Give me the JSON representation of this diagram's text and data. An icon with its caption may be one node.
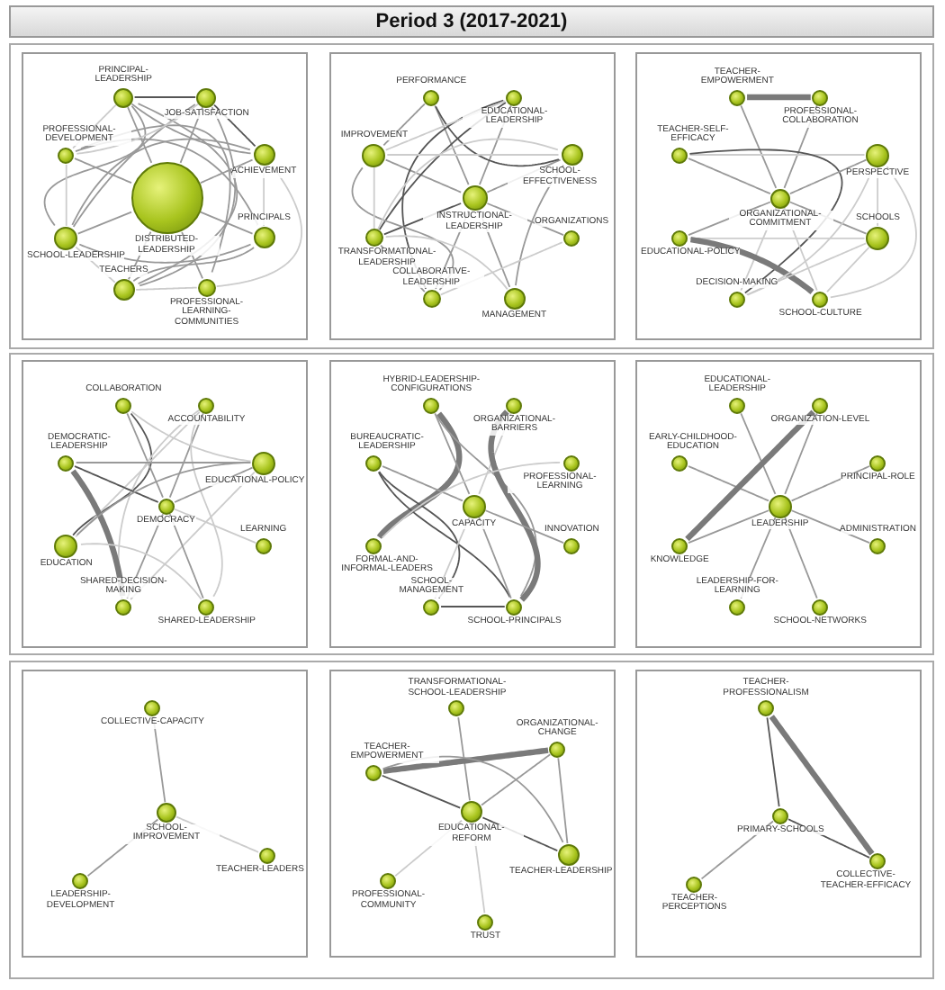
{
  "diagram": {
    "title": "Period 3 (2017-2021)",
    "nodes": [
      {
        "text": [],
        "shape": "box"
      },
      {
        "text": [
          "PRINCIPAL-LEADERSHIP"
        ],
        "in": 0
      },
      {
        "text": [
          "JOB-SATISFACTION"
        ],
        "in": 0
      },
      {
        "text": [
          "PROFESSIONAL-DEVELOPMENT"
        ],
        "in": 0
      },
      {
        "text": [
          "ACHIEVEMENT"
        ],
        "in": 0
      },
      {
        "text": [
          "DISTRIBUTED-LEADERSHIP"
        ],
        "in": 0
      },
      {
        "text": [
          "SCHOOL-LEADERSHIP"
        ],
        "in": 0
      },
      {
        "text": [
          "PRINCIPALS"
        ],
        "in": 0
      },
      {
        "text": [
          "TEACHERS"
        ],
        "in": 0
      },
      {
        "text": [
          "PROFESSIONAL-LEARNING-COMMUNITIES"
        ],
        "in": 0
      },
      {
        "text": [],
        "shape": "box"
      },
      {
        "text": [
          "PERFORMANCE"
        ],
        "in": 10
      },
      {
        "text": [
          "EDUCATIONAL-LEADERSHIP"
        ],
        "in": 10
      },
      {
        "text": [
          "IMPROVEMENT"
        ],
        "in": 10
      },
      {
        "text": [
          "SCHOOL-EFFECTIVENESS"
        ],
        "in": 10
      },
      {
        "text": [
          "INSTRUCTIONAL-LEADERSHIP"
        ],
        "in": 10
      },
      {
        "text": [
          "TRANSFORMATIONAL-LEADERSHIP"
        ],
        "in": 10
      },
      {
        "text": [
          "ORGANIZATIONS"
        ],
        "in": 10
      },
      {
        "text": [
          "COLLABORATIVE-LEADERSHIP"
        ],
        "in": 10
      },
      {
        "text": [
          "MANAGEMENT"
        ],
        "in": 10
      },
      {
        "text": [],
        "shape": "box"
      },
      {
        "text": [
          "TEACHER-EMPOWERMENT"
        ],
        "in": 20
      },
      {
        "text": [
          "PROFESSIONAL-COLLABORATION"
        ],
        "in": 20
      },
      {
        "text": [
          "TEACHER-SELF-EFFICACY"
        ],
        "in": 20
      },
      {
        "text": [
          "PERSPECTIVE"
        ],
        "in": 20
      },
      {
        "text": [
          "ORGANIZATIONAL-COMMITMENT"
        ],
        "in": 20
      },
      {
        "text": [
          "EDUCATIONAL-POLICY"
        ],
        "in": 20
      },
      {
        "text": [
          "SCHOOLS"
        ],
        "in": 20
      },
      {
        "text": [
          "DECISION-MAKING"
        ],
        "in": 20
      },
      {
        "text": [
          "SCHOOL-CULTURE"
        ],
        "in": 20
      },
      {
        "text": [],
        "shape": "box"
      },
      {
        "text": [
          "COLLABORATION"
        ],
        "in": 30
      },
      {
        "text": [
          "ACCOUNTABILITY"
        ],
        "in": 30
      },
      {
        "text": [
          "DEMOCRATIC-LEADERSHIP"
        ],
        "in": 30
      },
      {
        "text": [
          "EDUCATIONAL-POLICY"
        ],
        "in": 30
      },
      {
        "text": [
          "DEMOCRACY"
        ],
        "in": 30
      },
      {
        "text": [
          "EDUCATION"
        ],
        "in": 30
      },
      {
        "text": [
          "LEARNING"
        ],
        "in": 30
      },
      {
        "text": [
          "SHARED-DECISION-MAKING"
        ],
        "in": 30
      },
      {
        "text": [
          "SHARED-LEADERSHIP"
        ],
        "in": 30
      },
      {
        "text": [],
        "shape": "box"
      },
      {
        "text": [
          "HYBRID-LEADERSHIP-CONFIGURATIONS"
        ],
        "in": 40
      },
      {
        "text": [
          "ORGANIZATIONAL-BARRIERS"
        ],
        "in": 40
      },
      {
        "text": [
          "BUREAUCRATIC-LEADERSHIP"
        ],
        "in": 40
      },
      {
        "text": [
          "PROFESSIONAL-LEARNING"
        ],
        "in": 40
      },
      {
        "text": [
          "CAPACITY"
        ],
        "in": 40
      },
      {
        "text": [
          "FORMAL-AND-INFORMAL-LEADERS"
        ],
        "in": 40
      },
      {
        "text": [
          "INNOVATION"
        ],
        "in": 40
      },
      {
        "text": [
          "SCHOOL-MANAGEMENT"
        ],
        "in": 40
      },
      {
        "text": [
          "SCHOOL-PRINCIPALS"
        ],
        "in": 40
      },
      {
        "text": [],
        "shape": "box"
      },
      {
        "text": [
          "EDUCATIONAL-LEADERSHIP"
        ],
        "in": 50
      },
      {
        "text": [
          "ORGANIZATION-LEVEL"
        ],
        "in": 50
      },
      {
        "text": [
          "EARLY-CHILDHOOD-EDUCATION"
        ],
        "in": 50
      },
      {
        "text": [
          "PRINCIPAL-ROLE"
        ],
        "in": 50
      },
      {
        "text": [
          "LEADERSHIP"
        ],
        "in": 50
      },
      {
        "text": [
          "KNOWLEDGE"
        ],
        "in": 50
      },
      {
        "text": [
          "ADMINISTRATION"
        ],
        "in": 50
      },
      {
        "text": [
          "LEADERSHIP-FOR-LEARNING"
        ],
        "in": 50
      },
      {
        "text": [
          "SCHOOL-NETWORKS"
        ],
        "in": 50
      },
      {
        "text": [],
        "shape": "box"
      },
      {
        "text": [
          "COLLECTIVE-CAPACITY"
        ],
        "in": 60
      },
      {
        "text": [
          "SCHOOL-IMPROVEMENT"
        ],
        "in": 60
      },
      {
        "text": [
          "TEACHER-LEADERS"
        ],
        "in": 60
      },
      {
        "text": [
          "LEADERSHIP-DEVELOPMENT"
        ],
        "in": 60
      },
      {
        "text": [],
        "shape": "box"
      },
      {
        "text": [
          "TRANSFORMATIONAL-SCHOOL-LEADERSHIP"
        ],
        "in": 65
      },
      {
        "text": [
          "ORGANIZATIONAL-CHANGE"
        ],
        "in": 65
      },
      {
        "text": [
          "TEACHER-EMPOWERMENT"
        ],
        "in": 65
      },
      {
        "text": [
          "EDUCATIONAL-REFORM"
        ],
        "in": 65
      },
      {
        "text": [
          "TEACHER-LEADERSHIP"
        ],
        "in": 65
      },
      {
        "text": [
          "PROFESSIONAL-COMMUNITY"
        ],
        "in": 65
      },
      {
        "text": [
          "TRUST"
        ],
        "in": 65
      },
      {
        "text": [],
        "shape": "box"
      },
      {
        "text": [
          "TEACHER-PROFESSIONALISM"
        ],
        "in": 73
      },
      {
        "text": [
          "PRIMARY-SCHOOLS"
        ],
        "in": 73
      },
      {
        "text": [
          "COLLECTIVE-TEACHER-EFFICACY"
        ],
        "in": 73
      },
      {
        "text": [
          "TEACHER-PERCEPTIONS"
        ],
        "in": 73
      }
    ],
    "edges": [
      {
        "from": 5,
        "to": 1,
        "arrow": "none"
      },
      {
        "from": 5,
        "to": 2,
        "arrow": "none"
      },
      {
        "from": 5,
        "to": 3,
        "arrow": "none"
      },
      {
        "from": 5,
        "to": 4,
        "arrow": "none"
      },
      {
        "from": 5,
        "to": 6,
        "arrow": "none"
      },
      {
        "from": 5,
        "to": 7,
        "arrow": "none"
      },
      {
        "from": 5,
        "to": 8,
        "arrow": "none"
      },
      {
        "from": 5,
        "to": 9,
        "arrow": "none"
      },
      {
        "from": 1,
        "to": 2,
        "arrow": "none",
        "color": "#555555"
      },
      {
        "from": 1,
        "to": 4,
        "arrow": "none"
      },
      {
        "from": 2,
        "to": 4,
        "arrow": "none",
        "color": "#555555"
      },
      {
        "from": 2,
        "to": 6,
        "arrow": "none"
      },
      {
        "from": 1,
        "to": 6,
        "arrow": "none"
      },
      {
        "from": 1,
        "to": 8,
        "arrow": "none"
      },
      {
        "from": 2,
        "to": 8,
        "arrow": "none"
      },
      {
        "from": 3,
        "to": 7,
        "arrow": "none"
      },
      {
        "from": 3,
        "to": 9,
        "arrow": "none"
      },
      {
        "from": 6,
        "to": 4,
        "arrow": "none"
      },
      {
        "from": 6,
        "to": 7,
        "arrow": "none"
      },
      {
        "from": 6,
        "to": 8,
        "arrow": "none",
        "color": "#cccccc"
      },
      {
        "from": 7,
        "to": 8,
        "arrow": "none"
      },
      {
        "from": 4,
        "to": 7,
        "arrow": "none",
        "color": "#cccccc"
      },
      {
        "from": 3,
        "to": 6,
        "arrow": "none",
        "color": "#cccccc"
      },
      {
        "from": 1,
        "to": 3,
        "arrow": "none",
        "color": "#cccccc"
      },
      {
        "from": 4,
        "to": 9,
        "arrow": "none",
        "color": "#cccccc"
      },
      {
        "from": 2,
        "to": 3,
        "arrow": "none",
        "color": "#cccccc"
      },
      {
        "from": 8,
        "to": 9,
        "arrow": "none",
        "color": "#cccccc"
      },
      {
        "from": 15,
        "to": 11,
        "arrow": "none"
      },
      {
        "from": 15,
        "to": 12,
        "arrow": "none"
      },
      {
        "from": 15,
        "to": 13,
        "arrow": "none"
      },
      {
        "from": 15,
        "to": 14,
        "arrow": "none"
      },
      {
        "from": 15,
        "to": 16,
        "arrow": "none",
        "color": "#555555"
      },
      {
        "from": 15,
        "to": 17,
        "arrow": "none"
      },
      {
        "from": 15,
        "to": 18,
        "arrow": "none"
      },
      {
        "from": 15,
        "to": 19,
        "arrow": "none"
      },
      {
        "from": 11,
        "to": 14,
        "arrow": "none",
        "color": "#555555"
      },
      {
        "from": 12,
        "to": 16,
        "arrow": "none",
        "color": "#555555"
      },
      {
        "from": 12,
        "to": 18,
        "arrow": "none",
        "color": "#555555"
      },
      {
        "from": 12,
        "to": 13,
        "arrow": "none",
        "color": "#cccccc"
      },
      {
        "from": 11,
        "to": 13,
        "arrow": "none"
      },
      {
        "from": 13,
        "to": 14,
        "arrow": "none",
        "color": "#cccccc"
      },
      {
        "from": 13,
        "to": 18,
        "arrow": "none"
      },
      {
        "from": 16,
        "to": 18,
        "arrow": "none"
      },
      {
        "from": 14,
        "to": 19,
        "arrow": "none"
      },
      {
        "from": 13,
        "to": 16,
        "arrow": "none",
        "color": "#cccccc"
      },
      {
        "from": 14,
        "to": 16,
        "arrow": "none",
        "color": "#cccccc"
      },
      {
        "from": 17,
        "to": 18,
        "arrow": "none",
        "color": "#cccccc"
      },
      {
        "from": 16,
        "to": 19,
        "arrow": "none",
        "color": "#cccccc"
      },
      {
        "from": 21,
        "to": 22,
        "arrow": "none",
        "style": "thick"
      },
      {
        "from": 21,
        "to": 25,
        "arrow": "none"
      },
      {
        "from": 22,
        "to": 25,
        "arrow": "none"
      },
      {
        "from": 23,
        "to": 24,
        "arrow": "none",
        "color": "#cccccc"
      },
      {
        "from": 23,
        "to": 25,
        "arrow": "none"
      },
      {
        "from": 23,
        "to": 28,
        "arrow": "none",
        "color": "#555555"
      },
      {
        "from": 25,
        "to": 24,
        "arrow": "none"
      },
      {
        "from": 25,
        "to": 26,
        "arrow": "none"
      },
      {
        "from": 25,
        "to": 27,
        "arrow": "none"
      },
      {
        "from": 25,
        "to": 28,
        "arrow": "none",
        "color": "#cccccc"
      },
      {
        "from": 25,
        "to": 29,
        "arrow": "none",
        "color": "#cccccc"
      },
      {
        "from": 26,
        "to": 27,
        "arrow": "none",
        "color": "#cccccc"
      },
      {
        "from": 26,
        "to": 29,
        "arrow": "none",
        "style": "thick"
      },
      {
        "from": 28,
        "to": 24,
        "arrow": "none",
        "color": "#cccccc"
      },
      {
        "from": 29,
        "to": 24,
        "arrow": "none",
        "color": "#cccccc"
      },
      {
        "from": 28,
        "to": 27,
        "arrow": "none",
        "color": "#cccccc"
      },
      {
        "from": 29,
        "to": 27,
        "arrow": "none",
        "color": "#cccccc"
      },
      {
        "from": 24,
        "to": 27,
        "arrow": "none",
        "color": "#cccccc"
      },
      {
        "from": 31,
        "to": 36,
        "arrow": "none",
        "color": "#555555"
      },
      {
        "from": 31,
        "to": 35,
        "arrow": "none"
      },
      {
        "from": 31,
        "to": 34,
        "arrow": "none",
        "color": "#cccccc"
      },
      {
        "from": 32,
        "to": 35,
        "arrow": "none"
      },
      {
        "from": 32,
        "to": 36,
        "arrow": "none",
        "color": "#cccccc"
      },
      {
        "from": 32,
        "to": 39,
        "arrow": "none",
        "color": "#cccccc"
      },
      {
        "from": 32,
        "to": 38,
        "arrow": "none",
        "color": "#cccccc"
      },
      {
        "from": 33,
        "to": 34,
        "arrow": "none"
      },
      {
        "from": 33,
        "to": 35,
        "arrow": "none",
        "color": "#555555"
      },
      {
        "from": 33,
        "to": 38,
        "arrow": "none",
        "style": "thick"
      },
      {
        "from": 34,
        "to": 35,
        "arrow": "none"
      },
      {
        "from": 34,
        "to": 36,
        "arrow": "none"
      },
      {
        "from": 34,
        "to": 38,
        "arrow": "none",
        "color": "#cccccc"
      },
      {
        "from": 35,
        "to": 37,
        "arrow": "none",
        "color": "#cccccc"
      },
      {
        "from": 35,
        "to": 38,
        "arrow": "none"
      },
      {
        "from": 35,
        "to": 39,
        "arrow": "none"
      },
      {
        "from": 36,
        "to": 39,
        "arrow": "none",
        "color": "#cccccc"
      },
      {
        "from": 41,
        "to": 46,
        "arrow": "none",
        "style": "thick"
      },
      {
        "from": 41,
        "to": 45,
        "arrow": "none"
      },
      {
        "from": 41,
        "to": 49,
        "arrow": "none"
      },
      {
        "from": 42,
        "to": 45,
        "arrow": "none",
        "color": "#cccccc"
      },
      {
        "from": 42,
        "to": 49,
        "arrow": "none",
        "style": "thick"
      },
      {
        "from": 43,
        "to": 45,
        "arrow": "none"
      },
      {
        "from": 43,
        "to": 48,
        "arrow": "none",
        "color": "#555555"
      },
      {
        "from": 43,
        "to": 49,
        "arrow": "none",
        "color": "#555555"
      },
      {
        "from": 44,
        "to": 46,
        "arrow": "none",
        "color": "#cccccc"
      },
      {
        "from": 45,
        "to": 47,
        "arrow": "none"
      },
      {
        "from": 45,
        "to": 48,
        "arrow": "none",
        "color": "#cccccc"
      },
      {
        "from": 45,
        "to": 49,
        "arrow": "none"
      },
      {
        "from": 48,
        "to": 49,
        "arrow": "none",
        "color": "#555555"
      },
      {
        "from": 55,
        "to": 51,
        "arrow": "none"
      },
      {
        "from": 55,
        "to": 52,
        "arrow": "none"
      },
      {
        "from": 55,
        "to": 53,
        "arrow": "none"
      },
      {
        "from": 55,
        "to": 54,
        "arrow": "none"
      },
      {
        "from": 55,
        "to": 56,
        "arrow": "none"
      },
      {
        "from": 55,
        "to": 57,
        "arrow": "none"
      },
      {
        "from": 55,
        "to": 58,
        "arrow": "none"
      },
      {
        "from": 55,
        "to": 59,
        "arrow": "none"
      },
      {
        "from": 52,
        "to": 56,
        "arrow": "none",
        "style": "thick"
      },
      {
        "from": 61,
        "to": 62,
        "arrow": "none"
      },
      {
        "from": 62,
        "to": 63,
        "arrow": "none",
        "color": "#cccccc"
      },
      {
        "from": 62,
        "to": 64,
        "arrow": "none"
      },
      {
        "from": 66,
        "to": 69,
        "arrow": "none"
      },
      {
        "from": 68,
        "to": 67,
        "arrow": "none",
        "style": "thick"
      },
      {
        "from": 68,
        "to": 69,
        "arrow": "none",
        "color": "#555555"
      },
      {
        "from": 68,
        "to": 70,
        "arrow": "none"
      },
      {
        "from": 67,
        "to": 69,
        "arrow": "none"
      },
      {
        "from": 67,
        "to": 70,
        "arrow": "none"
      },
      {
        "from": 69,
        "to": 70,
        "arrow": "none",
        "color": "#555555"
      },
      {
        "from": 69,
        "to": 71,
        "arrow": "none",
        "color": "#cccccc"
      },
      {
        "from": 69,
        "to": 72,
        "arrow": "none",
        "color": "#cccccc"
      },
      {
        "from": 74,
        "to": 75,
        "arrow": "none",
        "color": "#555555"
      },
      {
        "from": 74,
        "to": 76,
        "arrow": "none",
        "style": "thick"
      },
      {
        "from": 75,
        "to": 76,
        "arrow": "none",
        "color": "#555555"
      },
      {
        "from": 75,
        "to": 77,
        "arrow": "none"
      }
    ]
  }
}
